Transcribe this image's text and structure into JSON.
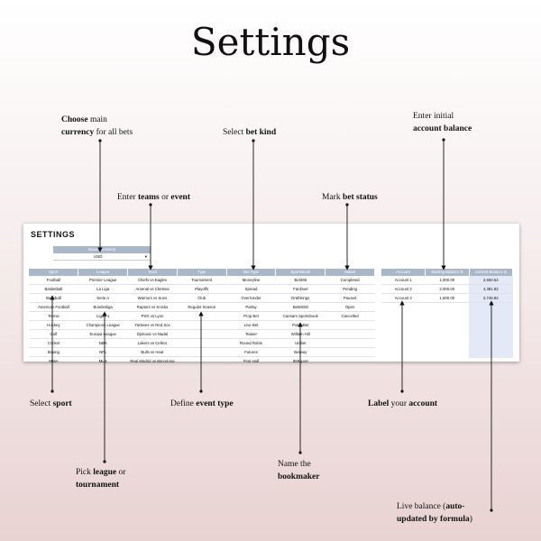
{
  "title": "Settings",
  "annotations": {
    "currency": {
      "b1": "Choose",
      "t1": " main",
      "b2": "currency",
      "t2": " for all bets"
    },
    "bet_kind": {
      "t1": "Select ",
      "b1": "bet kind"
    },
    "balance": {
      "t1": "Enter initial",
      "b1": "account balance"
    },
    "teams": {
      "t1": "Enter ",
      "b1": "teams",
      "t2": " or ",
      "b2": "event"
    },
    "status": {
      "t1": "Mark ",
      "b1": "bet status"
    },
    "sport": {
      "t1": "Select ",
      "b1": "sport"
    },
    "event_type": {
      "t1": "Define ",
      "b1": "event type"
    },
    "account": {
      "b1": "Label",
      "t1": " your ",
      "b2": "account"
    },
    "league": {
      "t1": "Pick ",
      "b1": "league",
      "t2": " or",
      "b2": "tournament"
    },
    "bookmaker": {
      "t1": "Name the",
      "b1": "bookmaker"
    },
    "live": {
      "t1": "Live balance (",
      "b1": "auto-updated by formula",
      "t2": ")"
    }
  },
  "sheet": {
    "title": "SETTINGS",
    "base_currency_label": "Base Currency",
    "base_currency_value": "USD",
    "dropdown": "▾",
    "headers": [
      "Sport",
      "League",
      "Team",
      "Type",
      "Bet Type",
      "Sportsbook",
      "Status"
    ],
    "rows": [
      [
        "Football",
        "Premier League",
        "Chiefs vs Eagles",
        "Tournament",
        "Moneyline",
        "Bet365",
        "Completed"
      ],
      [
        "Basketball",
        "La Liga",
        "Arsenal vs Chelsea",
        "Playoffs",
        "Spread",
        "FanDuel",
        "Pending"
      ],
      [
        "Baseball",
        "Serie A",
        "Warriors vs Suns",
        "Club",
        "Over/Under",
        "DraftKings",
        "Paused"
      ],
      [
        "American Football",
        "Bundesliga",
        "Raptors vs Knicks",
        "Regular Season",
        "Parlay",
        "BetMGM",
        "Open"
      ],
      [
        "Tennis",
        "Ligue 1",
        "PSG vs Lyon",
        "",
        "Prop Bet",
        "Caesars Sportsbook",
        "Cancelled"
      ],
      [
        "Hockey",
        "Champions League",
        "Yankees vs Red Sox",
        "",
        "Live Bet",
        "PointsBet",
        ""
      ],
      [
        "Golf",
        "Europa League",
        "Djokovic vs Nadal",
        "",
        "Teaser",
        "William Hill",
        ""
      ],
      [
        "Cricket",
        "NBA",
        "Lakers vs Celtics",
        "",
        "Round Robin",
        "Unibet",
        ""
      ],
      [
        "Boxing",
        "NFL",
        "Bulls vs Heat",
        "",
        "Futures",
        "Betway",
        ""
      ],
      [
        "MMA",
        "MLB",
        "Real Madrid vs Barcelona",
        "",
        "First Half",
        "888sport",
        ""
      ]
    ],
    "account_headers": [
      "Account",
      "Starting Balance $",
      "Current Balance $"
    ],
    "accounts": [
      [
        "Account 1",
        "1,000.00",
        "2,650.54"
      ],
      [
        "Account 2",
        "2,000.00",
        "4,381.82"
      ],
      [
        "Account 3",
        "1,500.00",
        "2,748.82"
      ]
    ]
  }
}
